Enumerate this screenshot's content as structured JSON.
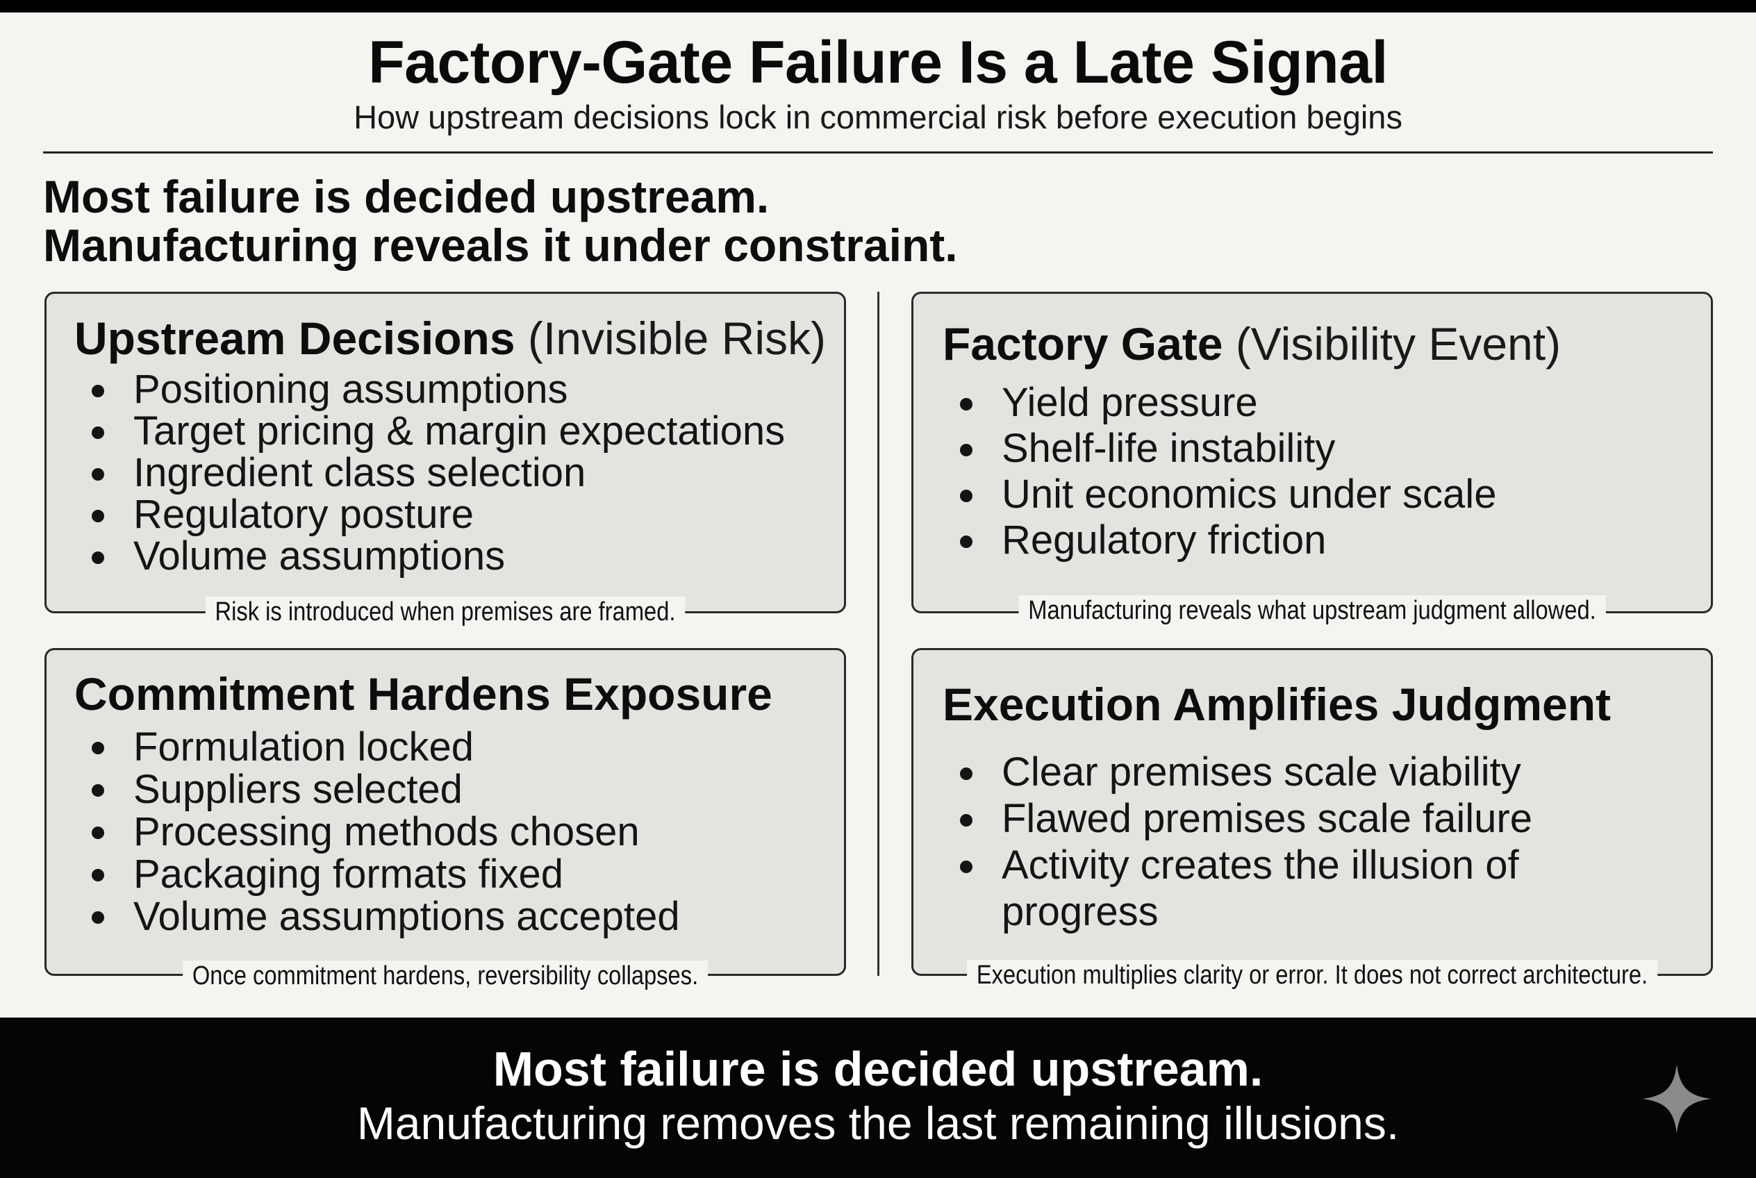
{
  "header": {
    "title": "Factory-Gate Failure Is a Late Signal",
    "subtitle": "How upstream decisions lock in commercial risk before execution begins"
  },
  "lead": {
    "line1": "Most failure is decided upstream.",
    "line2": "Manufacturing reveals it under constraint."
  },
  "panels": [
    {
      "title_strong": "Upstream Decisions",
      "title_light": "(Invisible Risk)",
      "bullets": [
        "Positioning assumptions",
        "Target pricing & margin expectations",
        "Ingredient class selection",
        "Regulatory posture",
        "Volume assumptions"
      ],
      "caption": "Risk is introduced when premises are framed."
    },
    {
      "title_strong": "Factory Gate",
      "title_light": "(Visibility Event)",
      "bullets": [
        "Yield pressure",
        "Shelf-life instability",
        "Unit economics under scale",
        "Regulatory friction"
      ],
      "caption": "Manufacturing reveals what upstream judgment allowed."
    },
    {
      "title_strong": "Commitment Hardens Exposure",
      "title_light": "",
      "bullets": [
        "Formulation locked",
        "Suppliers selected",
        "Processing methods chosen",
        "Packaging formats fixed",
        "Volume assumptions accepted"
      ],
      "caption": "Once commitment hardens, reversibility collapses."
    },
    {
      "title_strong": "Execution Amplifies Judgment",
      "title_light": "",
      "bullets": [
        "Clear premises scale viability",
        "Flawed premises scale failure",
        "Activity creates the illusion of",
        "progress"
      ],
      "caption": "Execution multiplies clarity or error. It does not correct architecture."
    }
  ],
  "footer": {
    "line1": "Most failure is decided upstream.",
    "line2": "Manufacturing removes the last remaining illusions."
  },
  "icons": {
    "corner": "sparkle-icon"
  },
  "colors": {
    "background": "#f4f4f1",
    "panel": "#e3e3e0",
    "footer": "#050505",
    "text": "#111111"
  }
}
